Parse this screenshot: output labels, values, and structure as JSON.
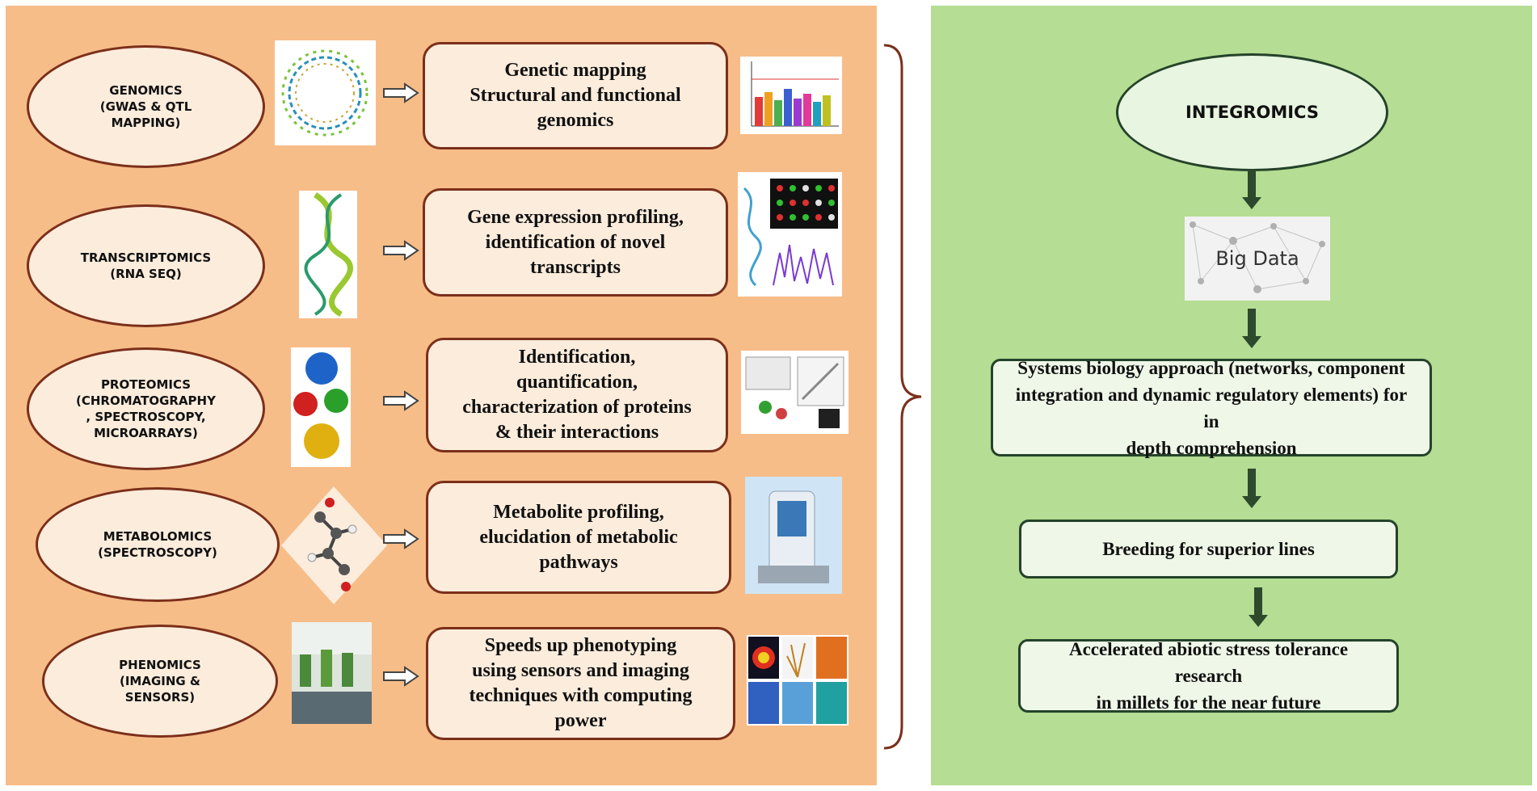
{
  "omics": [
    {
      "label": "GENOMICS\n(GWAS & QTL\nMAPPING)",
      "description": "Genetic mapping\nStructural and functional\ngenomics"
    },
    {
      "label": "TRANSCRIPTOMICS\n(RNA SEQ)",
      "description": "Gene expression profiling,\nidentification of novel\ntranscripts"
    },
    {
      "label": "PROTEOMICS\n(CHROMATOGRAPHY\n, SPECTROSCOPY,\nMICROARRAYS)",
      "description": "Identification,\nquantification,\ncharacterization of proteins\n& their interactions"
    },
    {
      "label": "METABOLOMICS\n(SPECTROSCOPY)",
      "description": "Metabolite profiling,\nelucidation of metabolic\npathways"
    },
    {
      "label": "PHENOMICS\n(IMAGING &\nSENSORS)",
      "description": "Speeds up phenotyping\nusing sensors and imaging\ntechniques with computing\npower"
    }
  ],
  "integromics": {
    "title": "INTEGROMICS",
    "big_data": "Big Data",
    "steps": [
      "Systems biology approach (networks, component\nintegration and dynamic regulatory elements) for in\ndepth comprehension",
      "Breeding for superior lines",
      "Accelerated abiotic stress tolerance research\nin millets for the near future"
    ]
  },
  "colors": {
    "left_panel": "#f7bd88",
    "right_panel": "#b5dd93",
    "left_border": "#7b2f1a",
    "right_border": "#25422a",
    "arrow_green": "#2d4a2d"
  }
}
